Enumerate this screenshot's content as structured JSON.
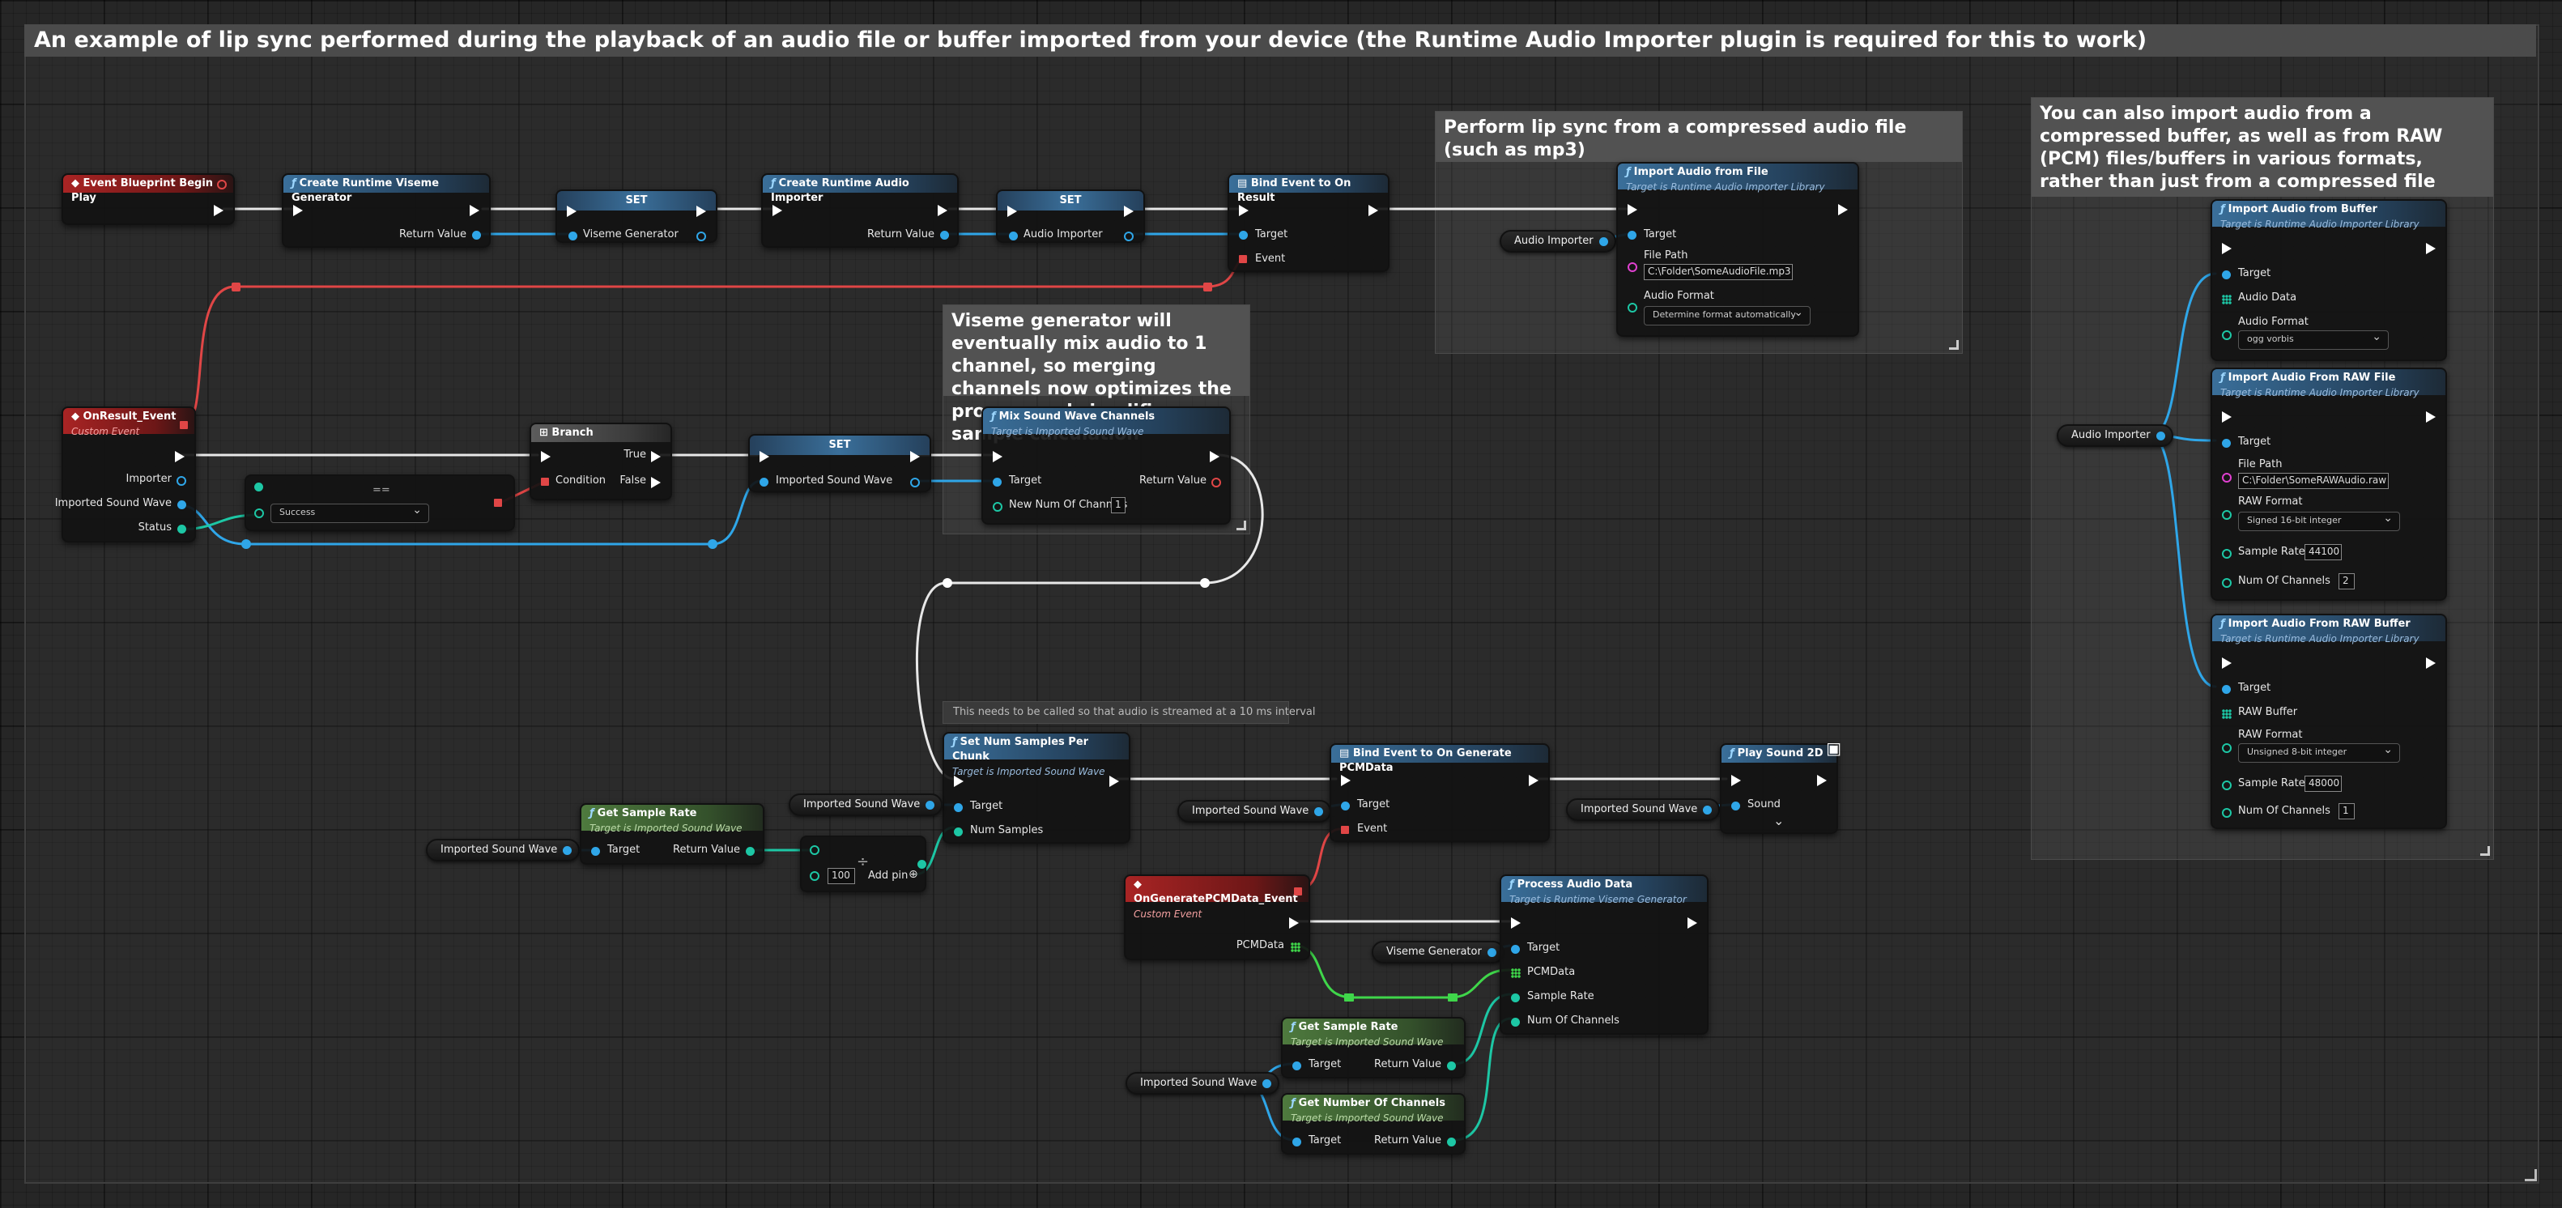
{
  "main_comment": "An example of lip sync performed during the playback of an audio file or buffer imported from your device (the Runtime Audio Importer plugin is required for this to work)",
  "comments": {
    "compressed_file": "Perform lip sync from a compressed audio file (such as mp3)",
    "other_sources": "You can also import audio from a compressed buffer, as well as from RAW (PCM) files/buffers in various formats, rather than just from a compressed file",
    "viseme_mix": "Viseme generator will eventually mix audio to 1 channel, so merging channels now optimizes the process and simplifies sample calculation",
    "stream_hint": "This needs to be called so that audio is streamed at a 10 ms interval"
  },
  "nodes": {
    "begin_play": {
      "title": "Event Blueprint Begin Play"
    },
    "create_viseme": {
      "title": "Create Runtime Viseme Generator",
      "out": "Return Value"
    },
    "set_viseme": {
      "title": "SET",
      "pin": "Viseme Generator"
    },
    "create_importer": {
      "title": "Create Runtime Audio Importer",
      "out": "Return Value"
    },
    "set_importer": {
      "title": "SET",
      "pin": "Audio Importer"
    },
    "bind_result": {
      "title": "Bind Event to On Result",
      "target": "Target",
      "event": "Event"
    },
    "import_file": {
      "title": "Import Audio from File",
      "sub": "Target is Runtime Audio Importer Library",
      "target": "Target",
      "file_label": "File Path",
      "file_value": "C:\\Folder\\SomeAudioFile.mp3",
      "format_label": "Audio Format",
      "format_value": "Determine format automatically"
    },
    "import_buffer": {
      "title": "Import Audio from Buffer",
      "sub": "Target is Runtime Audio Importer Library",
      "target": "Target",
      "data": "Audio Data",
      "format_label": "Audio Format",
      "format_value": "ogg vorbis"
    },
    "import_raw_file": {
      "title": "Import Audio From RAW File",
      "sub": "Target is Runtime Audio Importer Library",
      "target": "Target",
      "file_label": "File Path",
      "file_value": "C:\\Folder\\SomeRAWAudio.raw",
      "format_label": "RAW Format",
      "format_value": "Signed 16-bit integer",
      "rate_label": "Sample Rate",
      "rate_value": "44100",
      "channels_label": "Num Of Channels",
      "channels_value": "2"
    },
    "import_raw_buffer": {
      "title": "Import Audio From RAW Buffer",
      "sub": "Target is Runtime Audio Importer Library",
      "target": "Target",
      "buffer": "RAW Buffer",
      "format_label": "RAW Format",
      "format_value": "Unsigned 8-bit integer",
      "rate_label": "Sample Rate",
      "rate_value": "48000",
      "channels_label": "Num Of Channels",
      "channels_value": "1"
    },
    "on_result": {
      "title": "OnResult_Event",
      "sub": "Custom Event",
      "importer": "Importer",
      "sound": "Imported Sound Wave",
      "status": "Status"
    },
    "equal": {
      "symbol": "==",
      "value": "Success"
    },
    "branch": {
      "title": "Branch",
      "true": "True",
      "false": "False",
      "condition": "Condition"
    },
    "set_sound": {
      "title": "SET",
      "pin": "Imported Sound Wave"
    },
    "mix": {
      "title": "Mix Sound Wave Channels",
      "sub": "Target is Imported Sound Wave",
      "target": "Target",
      "out": "Return Value",
      "channels_label": "New Num Of Channels",
      "channels_value": "1"
    },
    "samples_chunk": {
      "title": "Set Num Samples Per Chunk",
      "sub": "Target is Imported Sound Wave",
      "target": "Target",
      "samples": "Num Samples"
    },
    "get_rate_1": {
      "title": "Get Sample Rate",
      "sub": "Target is Imported Sound Wave",
      "target": "Target",
      "out": "Return Value"
    },
    "divide": {
      "symbol": "÷",
      "value": "100",
      "add": "Add pin"
    },
    "bind_pcm": {
      "title": "Bind Event to On Generate PCMData",
      "target": "Target",
      "event": "Event"
    },
    "play": {
      "title": "Play Sound 2D",
      "sound": "Sound"
    },
    "on_pcm": {
      "title": "OnGeneratePCMData_Event",
      "sub": "Custom Event",
      "pcm": "PCMData"
    },
    "process": {
      "title": "Process Audio Data",
      "sub": "Target is Runtime Viseme Generator",
      "target": "Target",
      "pcm": "PCMData",
      "rate": "Sample Rate",
      "channels": "Num Of Channels"
    },
    "get_rate_2": {
      "title": "Get Sample Rate",
      "sub": "Target is Imported Sound Wave",
      "target": "Target",
      "out": "Return Value"
    },
    "get_channels": {
      "title": "Get Number Of Channels",
      "sub": "Target is Imported Sound Wave",
      "target": "Target",
      "out": "Return Value"
    }
  },
  "variables": {
    "audio_importer": "Audio Importer",
    "imported_sound_wave": "Imported Sound Wave",
    "viseme_generator": "Viseme Generator"
  }
}
